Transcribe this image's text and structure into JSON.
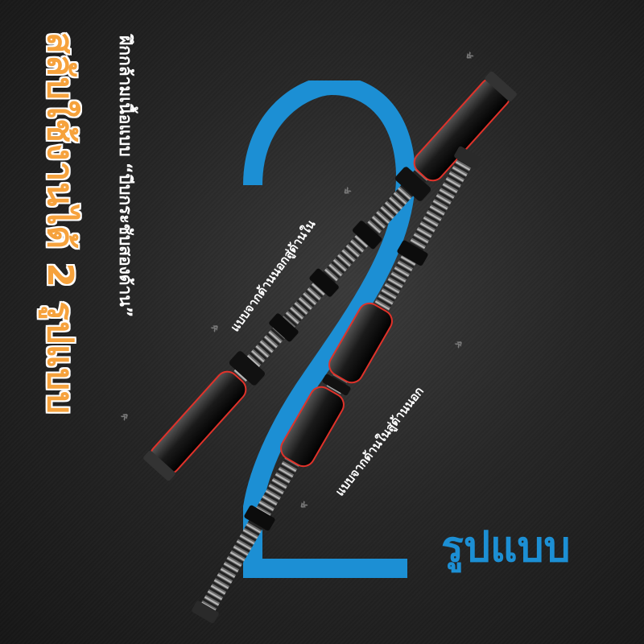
{
  "headline": "สลับใช้งานได้ 2 รูปแบบ",
  "subheadline": "ฝึกกล้ามเนื้อแบบ “บีบกระชับสองด้าน”",
  "big_number": "2",
  "bottom_label": "รูปแบบ",
  "modes": [
    {
      "label": "แบบจากด้านนอกสู่ด้านใน"
    },
    {
      "label": "แบบจากด้านในสู่ด้านนอก"
    }
  ],
  "colors": {
    "accent_blue": "#1c8fd4",
    "accent_orange": "#f6a23c",
    "highlight_red": "#e0322a"
  },
  "icons": {
    "chevrons": "double-chevron-icon"
  }
}
